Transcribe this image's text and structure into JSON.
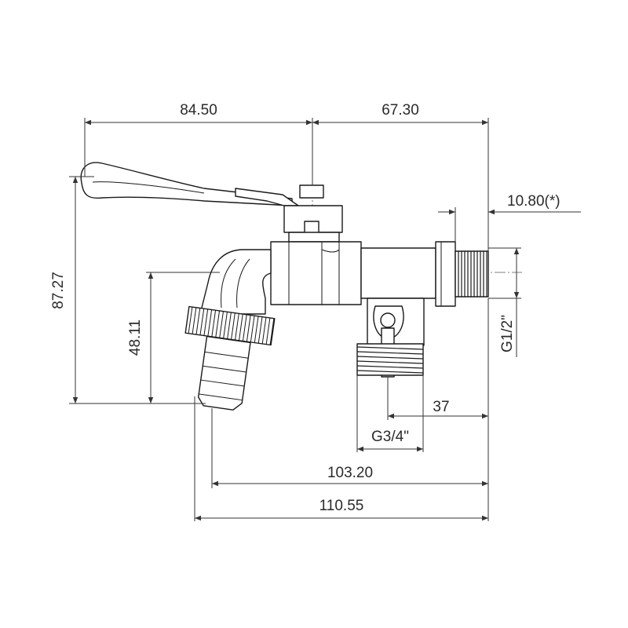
{
  "dimensions": {
    "handle_to_center": "84.50",
    "center_to_right": "67.30",
    "thread_length": "10.80(*)",
    "total_height": "87.27",
    "spout_height": "48.11",
    "outlet_thread": "G1/2\"",
    "side_offset": "37",
    "side_thread": "G3/4\"",
    "length_a": "103.20",
    "length_b": "110.55"
  },
  "colors": {
    "line": "#1a1a1a",
    "dimension": "#333333"
  }
}
